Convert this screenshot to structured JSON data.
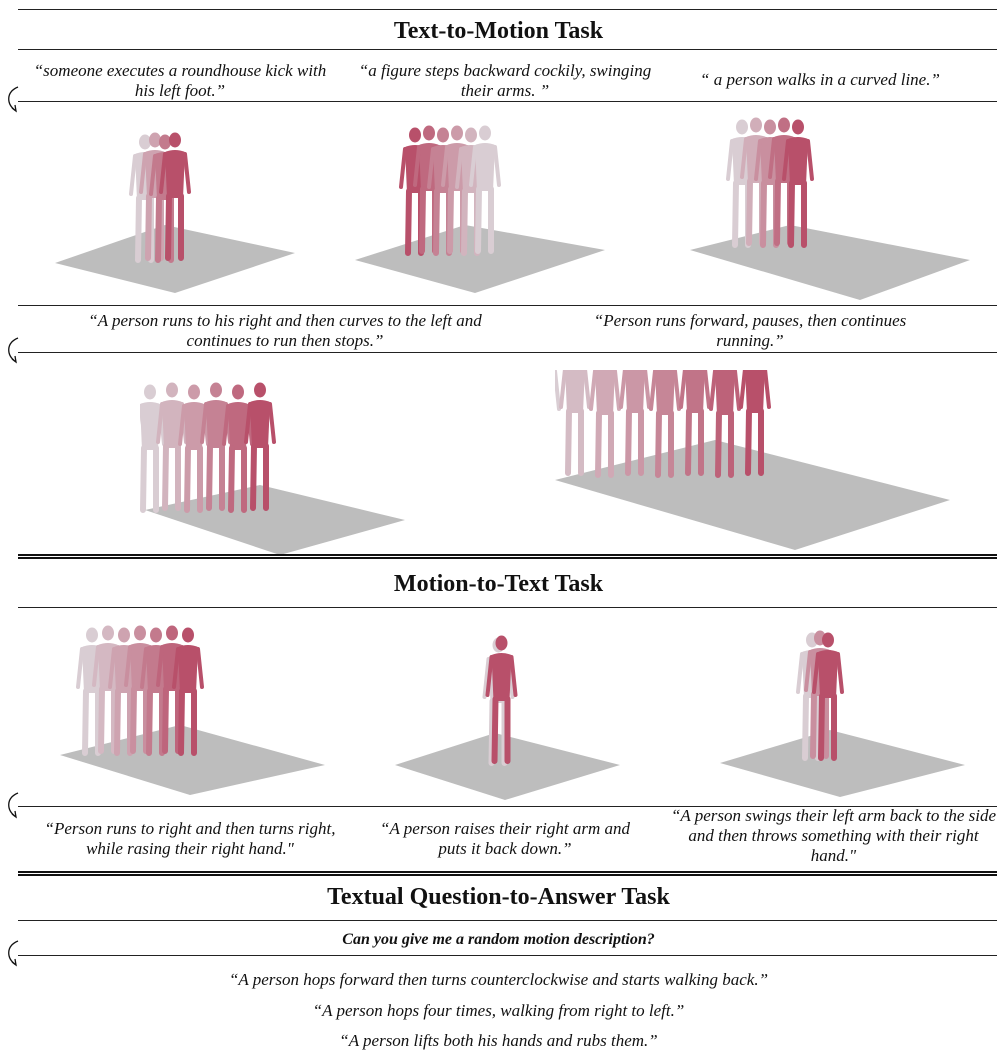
{
  "sections": {
    "t2m": {
      "title": "Text-to-Motion Task",
      "captions": [
        "“someone executes a roundhouse kick with his left foot.”",
        "“a figure steps backward cockily, swinging their arms. ”",
        "“ a person walks in a curved line.”",
        "“A person runs to his right and then curves to the left and continues to run then stops.”",
        "“Person runs forward, pauses, then continues running.”"
      ]
    },
    "m2t": {
      "title": "Motion-to-Text Task",
      "captions": [
        "“Person runs to right and then turns right, while rasing their right hand.\"",
        "“A person raises their right arm and puts it back down.”",
        "“A person swings their left arm back to the side and then throws something with their right hand.\""
      ]
    },
    "qa": {
      "title": "Textual Question-to-Answer Task",
      "question": "Can you give me a random motion description?",
      "answers": [
        "“A person hops forward then turns counterclockwise and starts walking back.”",
        "“A person hops four times, walking from right to left.”",
        "“A person lifts both his hands and rubs them.”"
      ]
    }
  },
  "colors": {
    "floor": "#bdbdbd",
    "figure_start": "#d9cdd3",
    "figure_end": "#b8506a"
  }
}
